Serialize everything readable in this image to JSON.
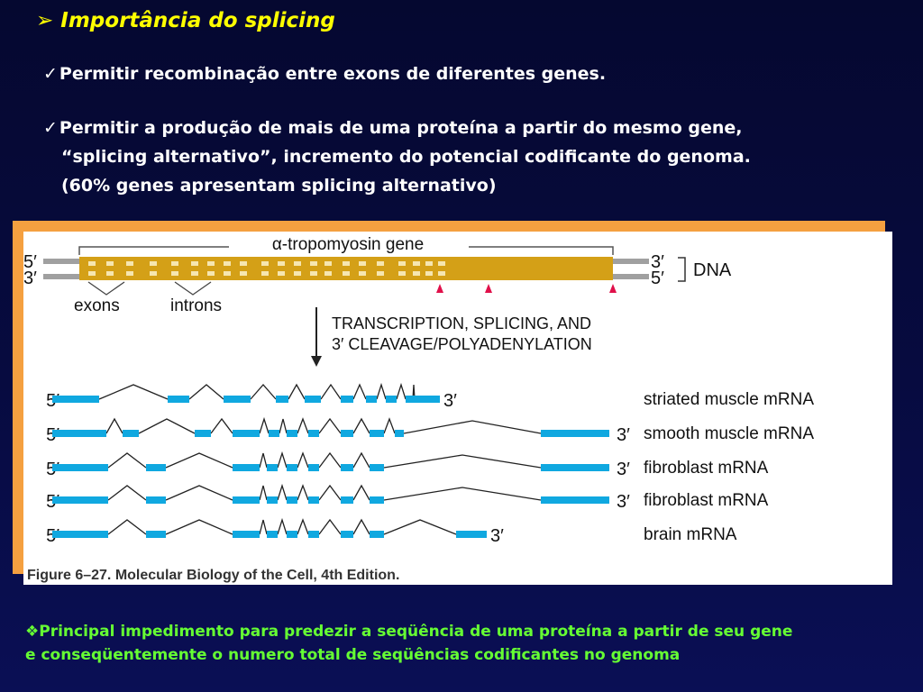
{
  "title": {
    "arrow": "➢",
    "text": "Importância do splicing"
  },
  "bullets": {
    "check": "✓",
    "b1": "Permitir recombinação entre exons de diferentes genes.",
    "b2_line1": "Permitir a produção de mais  de uma proteína a partir do mesmo gene,",
    "b2_line2": "“splicing alternativo”, incremento do potencial codificante do genoma.",
    "b2_line3": "(60% genes apresentam splicing alternativo)"
  },
  "figure": {
    "gene_label": "α-tropomyosin gene",
    "five_prime": "5′",
    "three_prime": "3′",
    "dna_label": "DNA",
    "exons_label": "exons",
    "introns_label": "introns",
    "process_line1": "TRANSCRIPTION, SPLICING, AND",
    "process_line2": "3′ CLEAVAGE/POLYADENYLATION",
    "mrnas": [
      {
        "name": "striated muscle mRNA"
      },
      {
        "name": "smooth muscle mRNA"
      },
      {
        "name": "fibroblast mRNA"
      },
      {
        "name": "fibroblast mRNA"
      },
      {
        "name": "brain mRNA"
      }
    ],
    "caption": "Figure 6–27. Molecular Biology of the Cell, 4th Edition.",
    "colors": {
      "gene": "#d4a017",
      "exon": "#10a8e0",
      "marker": "#e0104a",
      "dna_strand": "#a0a0a0"
    }
  },
  "bottom": {
    "mark": "❖",
    "line1": "Principal impedimento para predezir a seqüência de uma proteína a partir de seu gene",
    "line2": "e conseqüentemente o numero total de seqüências codificantes no genoma"
  }
}
